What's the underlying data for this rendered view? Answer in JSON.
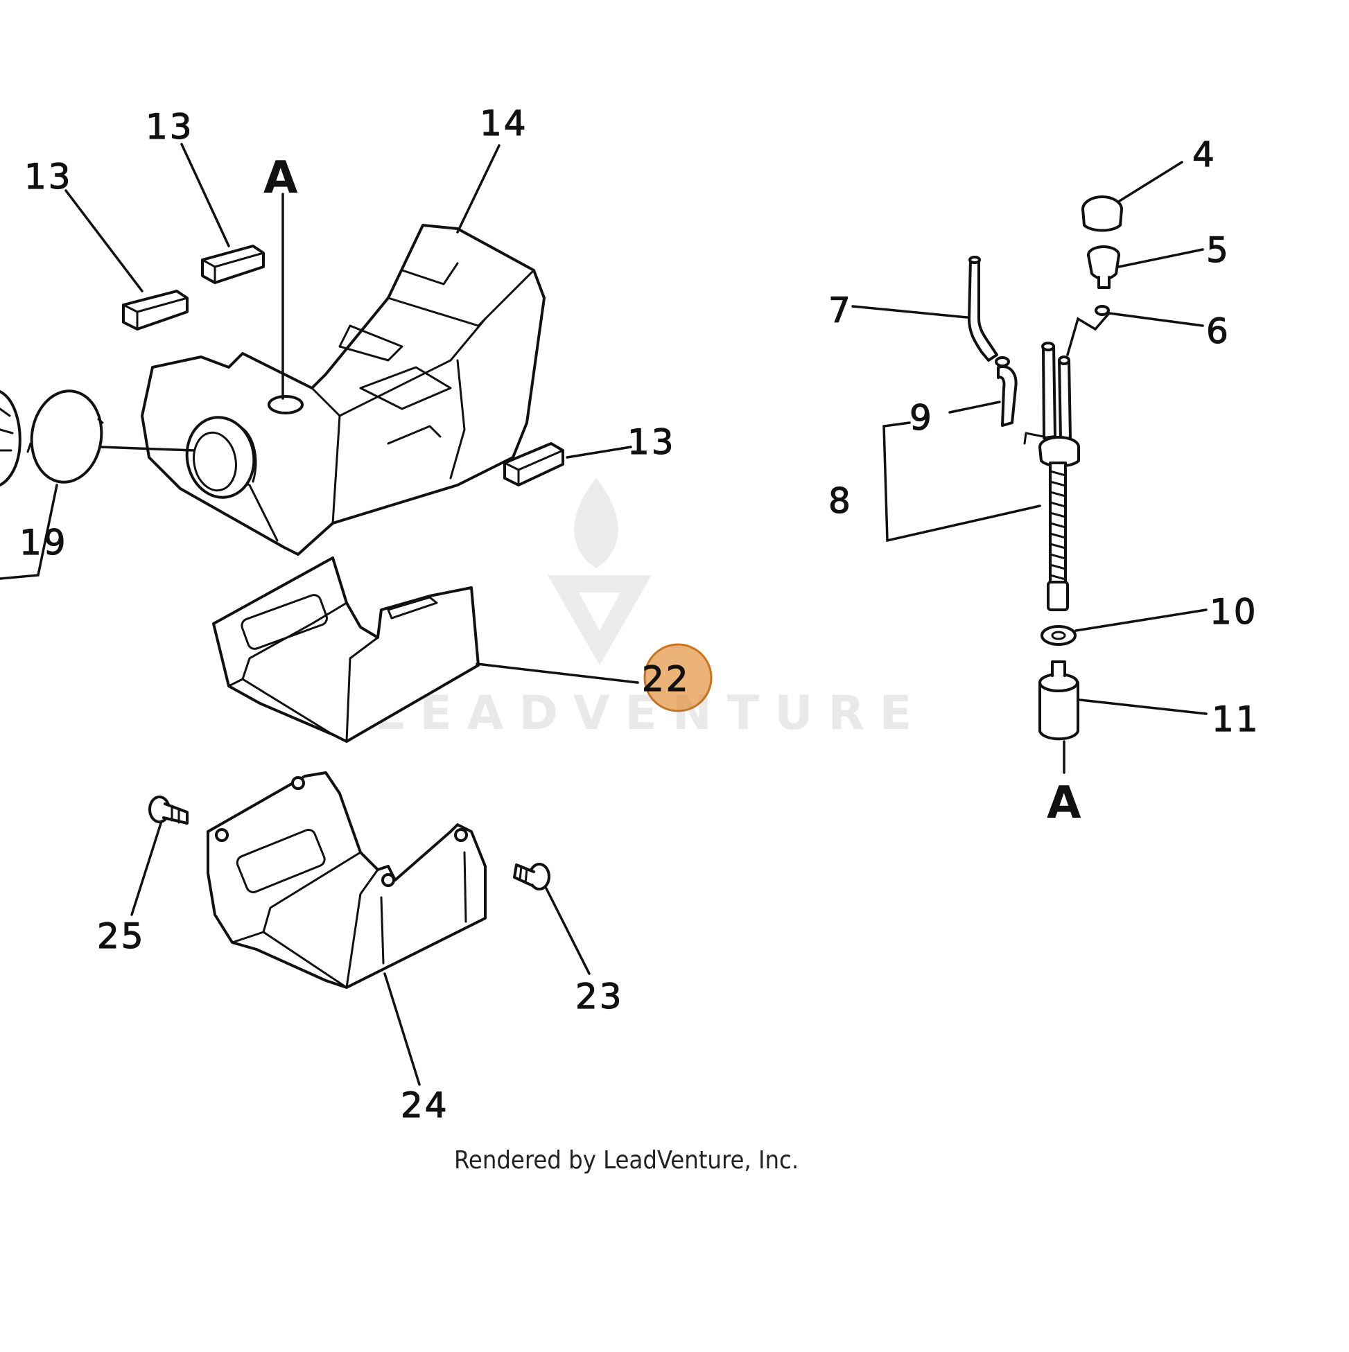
{
  "diagram": {
    "callouts": {
      "c13a": "13",
      "c13b": "13",
      "c13c": "13",
      "c14": "14",
      "cA_top": "A",
      "c19": "19",
      "c22": "22",
      "c25": "25",
      "c23": "23",
      "c24": "24",
      "c4": "4",
      "c5": "5",
      "c6": "6",
      "c7": "7",
      "c9": "9",
      "c8": "8",
      "c10": "10",
      "c11": "11",
      "cA_bottom": "A"
    },
    "highlighted_callout": "22",
    "highlight_color": "#e08a2e",
    "watermark_text": "LEADVENTURE",
    "footer_text": "Rendered by LeadVenture, Inc."
  }
}
